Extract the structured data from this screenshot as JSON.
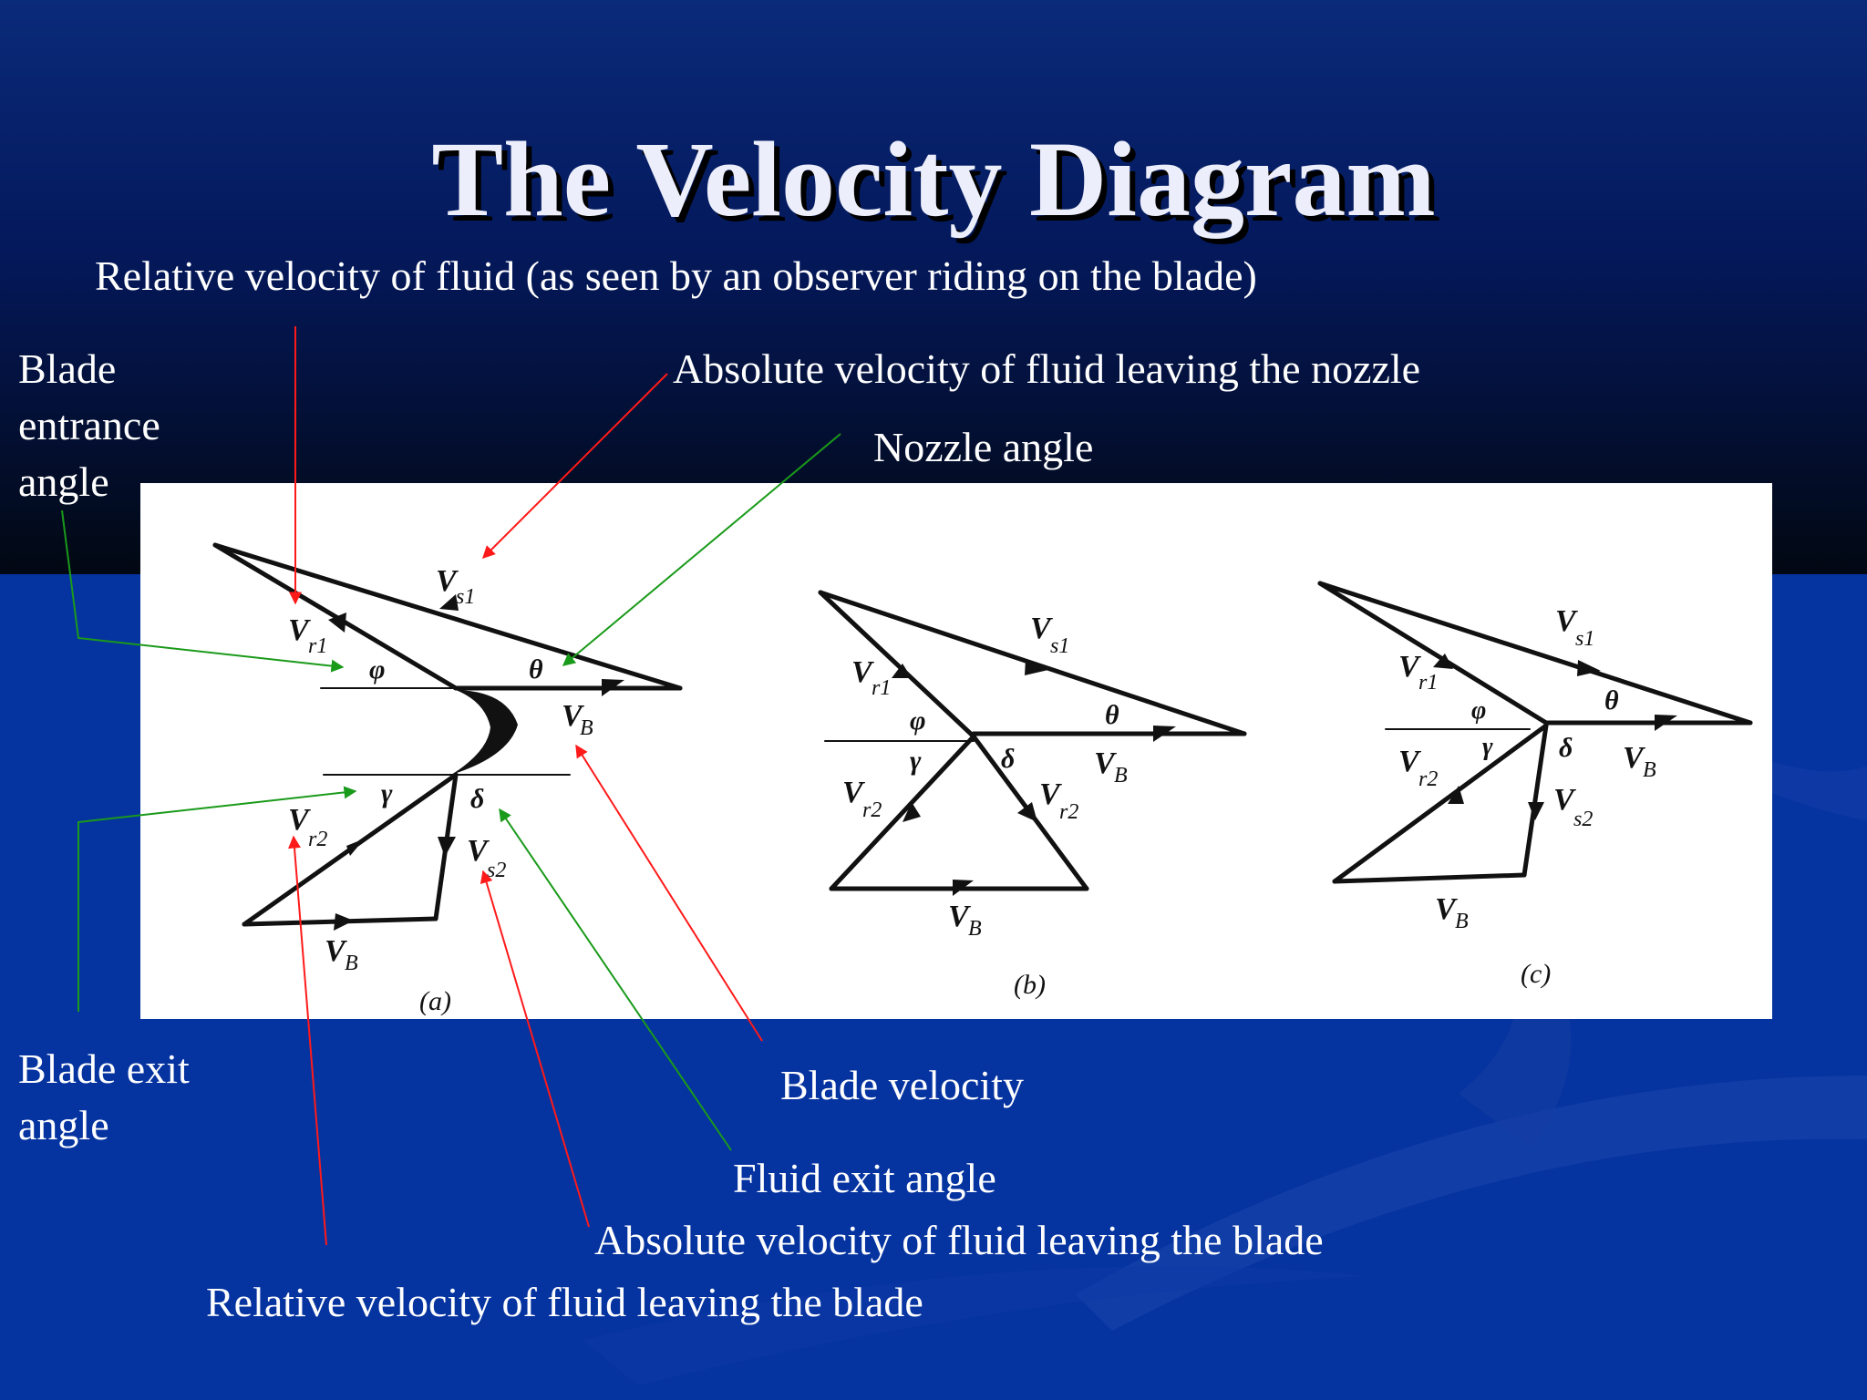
{
  "slide": {
    "title": "The Velocity Diagram",
    "colors": {
      "background_dark": "#030f2a",
      "background_blue": "#0533a0",
      "annotation_red": "#ff1a1a",
      "annotation_green": "#1a9a1a",
      "text": "#ffffff"
    }
  },
  "annotations": {
    "relative_velocity": "Relative velocity of fluid (as seen by an observer riding on the blade)",
    "blade_entrance_angle": [
      "Blade",
      "entrance",
      "angle"
    ],
    "absolute_velocity_nozzle": "Absolute velocity of fluid leaving the nozzle",
    "nozzle_angle": "Nozzle angle",
    "blade_exit_angle": [
      "Blade exit",
      "angle"
    ],
    "blade_velocity": "Blade velocity",
    "fluid_exit_angle": "Fluid exit angle",
    "absolute_velocity_blade": "Absolute velocity of fluid leaving the blade",
    "relative_velocity_blade": "Relative velocity of fluid leaving the blade"
  },
  "diagram": {
    "symbols": {
      "V": "V",
      "r1": "r1",
      "r2": "r2",
      "s1": "s1",
      "s2": "s2",
      "B": "B",
      "phi": "φ",
      "theta": "θ",
      "gamma": "γ",
      "delta": "δ"
    },
    "captions": [
      "(a)",
      "(b)",
      "(c)"
    ]
  }
}
